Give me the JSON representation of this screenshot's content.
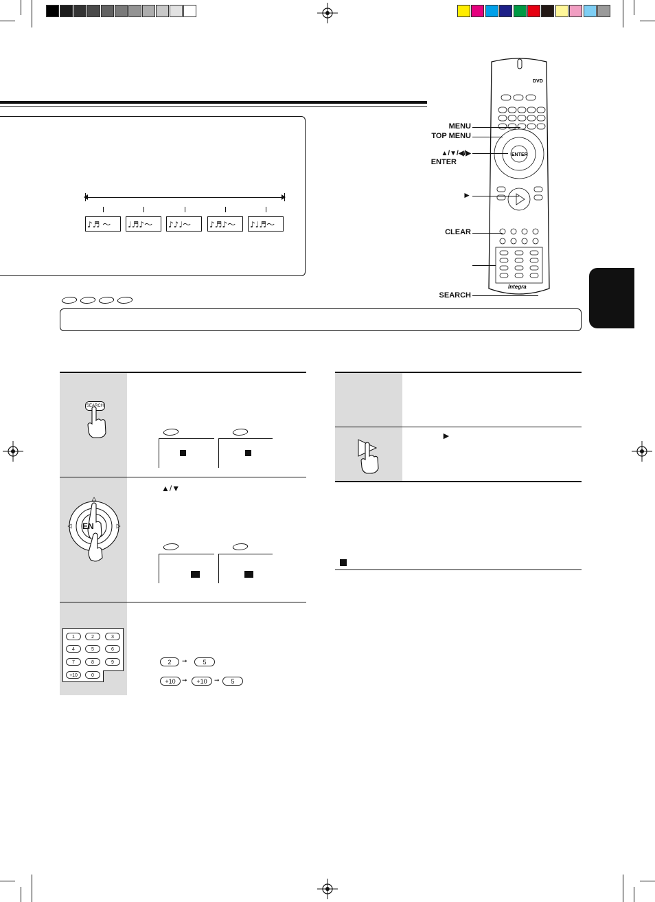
{
  "color_bars": {
    "gray": [
      "#000000",
      "#1c1c1c",
      "#333333",
      "#4a4a4a",
      "#626262",
      "#7a7a7a",
      "#939393",
      "#adadad",
      "#c8c8c8",
      "#e2e2e2",
      "#ffffff"
    ],
    "color": [
      "#ffed00",
      "#e5007e",
      "#00a0e9",
      "#1d2088",
      "#009944",
      "#e60012",
      "#231815",
      "#fff799",
      "#f19ec2",
      "#7ecef4",
      "#9a9a9a"
    ]
  },
  "remote": {
    "labels": {
      "menu": "MENU",
      "top_menu": "TOP MENU",
      "arrows": "▲/▼/◀/▶",
      "enter": "ENTER",
      "play": "►",
      "clear": "CLEAR",
      "search": "SEARCH"
    },
    "enter_key": "ENTER",
    "brand": "Integra",
    "dvd": "DVD"
  },
  "music_boxes": [
    "♪♬ ～",
    "♩♬♪～",
    "♪♪♩～",
    "♪♬♪～",
    "♪♩♬～"
  ],
  "step_images": {
    "search_key": "SEARCH",
    "enter_partial": "EN",
    "numpad": [
      "1",
      "2",
      "3",
      "4",
      "5",
      "6",
      "7",
      "8",
      "9",
      "+10",
      "0"
    ]
  },
  "step2_arrows": "▲/▼",
  "examples": {
    "row1": [
      "2",
      "5"
    ],
    "row2": [
      "+10",
      "+10",
      "5"
    ]
  },
  "right_step2_play": "►"
}
